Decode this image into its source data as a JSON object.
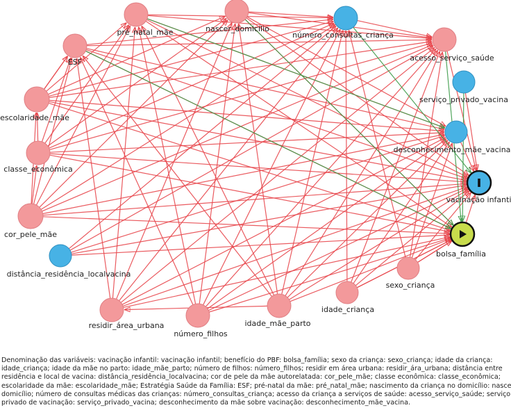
{
  "colors": {
    "default_node": "#f3999b",
    "default_stroke": "#e07f84",
    "blue_node": "#47b2e5",
    "exposure_node": "#c8dc4c",
    "edge_red": "#e8484e",
    "edge_green": "#3e9b4a"
  },
  "nodes": [
    {
      "id": "pre_natal_mae",
      "label": "pré_natal_mãe",
      "kind": "default"
    },
    {
      "id": "nascer_domicilio",
      "label": "nascer_domicílio",
      "kind": "default"
    },
    {
      "id": "numero_consultas_crianca",
      "label": "número_consultas_criança",
      "kind": "blue"
    },
    {
      "id": "acesso_servico_saude",
      "label": "acesso_serviço_saúde",
      "kind": "default"
    },
    {
      "id": "servico_privado_vacina",
      "label": "serviço_privado_vacina",
      "kind": "blue"
    },
    {
      "id": "desconhecimento_mae_vacina",
      "label": "desconhecimento_mãe_vacina",
      "kind": "blue"
    },
    {
      "id": "vacinacao_infantil",
      "label": "vacinação infantil",
      "kind": "outcome",
      "icon": "outcome-bar-icon"
    },
    {
      "id": "bolsa_familia",
      "label": "bolsa_família",
      "kind": "exposure",
      "icon": "exposure-play-icon"
    },
    {
      "id": "sexo_crianca",
      "label": "sexo_criança",
      "kind": "default"
    },
    {
      "id": "idade_crianca",
      "label": "idade_criança",
      "kind": "default"
    },
    {
      "id": "idade_mae_parto",
      "label": "idade_mãe_parto",
      "kind": "default"
    },
    {
      "id": "numero_filhos",
      "label": "número_filhos",
      "kind": "default"
    },
    {
      "id": "residir_area_urbana",
      "label": "residir_área_urbana",
      "kind": "default"
    },
    {
      "id": "distancia_residencia_localvacina",
      "label": "distância_residência_localvacina",
      "kind": "blue"
    },
    {
      "id": "cor_pele_mae",
      "label": "cor_pele_mãe",
      "kind": "default"
    },
    {
      "id": "classe_economica",
      "label": "classe_econômica",
      "kind": "default"
    },
    {
      "id": "escolaridade_mae",
      "label": "escolaridade_mãe",
      "kind": "default"
    },
    {
      "id": "esf",
      "label": "ESF",
      "kind": "default"
    }
  ],
  "caption_lines": [
    "Denominação das variáveis: vacinação infantil: vacinação infantil; benefício do PBF: bolsa_família; sexo da criança: sexo_criança; idade da criança:",
    "idade_criança; idade da mãe no parto: idade_mãe_parto; número de filhos: número_filhos; residir em área urbana: residir_ára_urbana; distância entre",
    "residência e local de vacina: distância_residência_localvacina; cor de pele da mãe autorelatada: cor_pele_mãe; classe econômica: classe_econômica;",
    "escolaridade da mãe: escolaridade_mãe; Estratégia Saúde da Família: ESF; pré-natal da mãe: pré_natal_mãe; nascimento da criança no domicílio: nascer_",
    "domicílio; número de consultas médicas das crianças: número_consultas_criança; acesso da criança a serviços de saúde: acesso_serviço_saúde; serviço",
    "privado de vacinação: serviço_privado_vacina; desconhecimento da mãe sobre vacinação: desconhecimento_mãe_vacina."
  ]
}
